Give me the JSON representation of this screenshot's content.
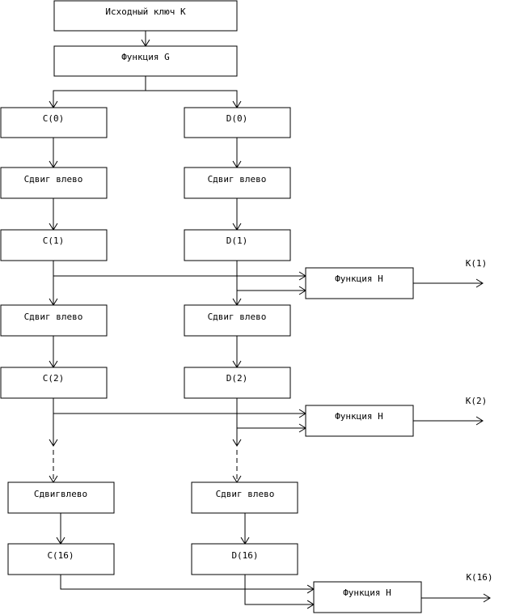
{
  "diagram": {
    "source_key": "Исходный ключ K",
    "function_g": "Функция G",
    "c0": "C(0)",
    "d0": "D(0)",
    "shift_left": "Сдвиг влево",
    "shift_left_joined": "Сдвигвлево",
    "c1": "C(1)",
    "d1": "D(1)",
    "c2": "C(2)",
    "d2": "D(2)",
    "c16": "C(16)",
    "d16": "D(16)",
    "function_h": "Функция H",
    "k1": "K(1)",
    "k2": "K(2)",
    "k16": "K(16)"
  }
}
